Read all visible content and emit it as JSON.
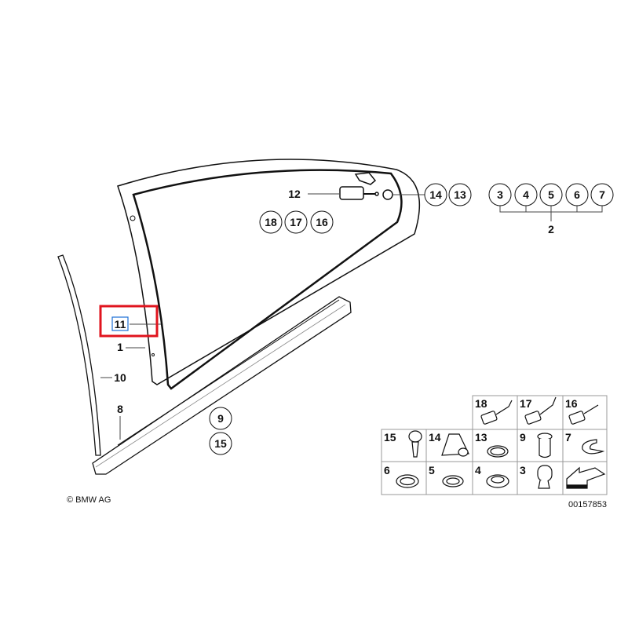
{
  "callouts": {
    "c12": "12",
    "c14": "14",
    "c13": "13",
    "c3": "3",
    "c4": "4",
    "c5": "5",
    "c6": "6",
    "c7": "7",
    "c2": "2",
    "c18": "18",
    "c17": "17",
    "c16": "16",
    "c11": "11",
    "c1": "1",
    "c10": "10",
    "c8": "8",
    "c9": "9",
    "c15": "15"
  },
  "parts_grid": {
    "row1": [
      "18",
      "17",
      "16"
    ],
    "row2": [
      "15",
      "14",
      "13",
      "9",
      "7"
    ],
    "row3": [
      "6",
      "5",
      "4",
      "3"
    ]
  },
  "copyright": "© BMW AG",
  "diagram_number": "00157853",
  "colors": {
    "highlight_box": "#e0141e",
    "selected_label_box": "#1a6fd6"
  }
}
